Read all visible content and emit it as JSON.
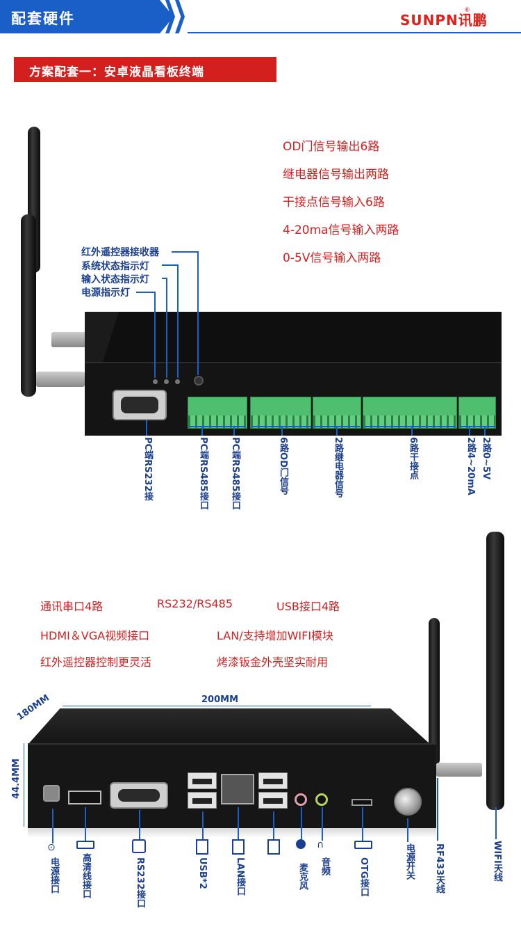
{
  "header": {
    "title": "配套硬件",
    "logo": "SUNPN",
    "logo_reg": "®",
    "logo_cn": "讯鹏"
  },
  "scheme": {
    "label": "方案配套一：安卓液晶看板终端"
  },
  "features_top": [
    "OD门信号输出6路",
    "继电器信号输出两路",
    "干接点信号输入6路",
    "4-20ma信号输入两路",
    "0-5V信号输入两路"
  ],
  "device1": {
    "callouts": [
      "红外遥控器接收器",
      "系统状态指示灯",
      "输入状态指示灯",
      "电源指示灯"
    ],
    "bottom_labels": [
      "PC端RS232接",
      "PC端RS485接口",
      "PC端RS485接口",
      "6路OD门信号",
      "2路继电器信号",
      "6路干接点",
      "2路4~20mA",
      "2路0~5V"
    ]
  },
  "features_bottom": [
    "通讯串口4路",
    "RS232/RS485",
    "USB接口4路",
    "HDMI＆VGA视频接口",
    "LAN/支持增加WIFI模块",
    "红外遥控器控制更灵活",
    "烤漆钣金外壳坚实耐用"
  ],
  "device2": {
    "dim_width": "200MM",
    "dim_depth": "180MM",
    "dim_height": "44.4MM",
    "port_labels": [
      "电源接口",
      "高清线接口",
      "RS232接口",
      "USB*2",
      "LAN接口",
      "麦克风",
      "音频",
      "OTG接口",
      "电源开关",
      "RF433天线",
      "WIFI天线"
    ],
    "icons": [
      "power-jack-icon",
      "hdmi-icon",
      "rs232-icon",
      "usb-icon",
      "lan-icon",
      "usb-icon",
      "microphone-icon",
      "headphone-icon",
      "otg-icon"
    ]
  },
  "colors": {
    "accent_blue": "#1a5fc8",
    "accent_red": "#d41f1f",
    "label_blue": "#1b3f8f"
  }
}
